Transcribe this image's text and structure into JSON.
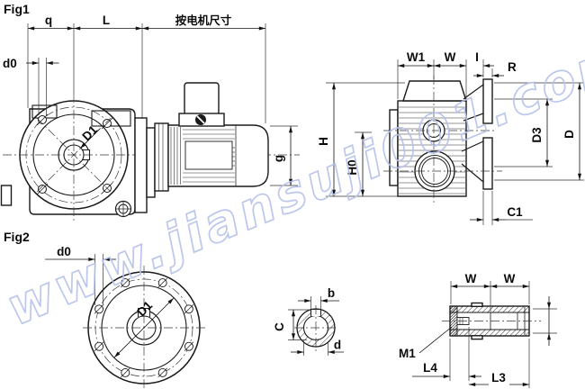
{
  "watermark": {
    "text": "www.jiansuji001.com",
    "color": "#b6c1ea"
  },
  "fig1": {
    "label": "Fig1",
    "dims": {
      "q": "q",
      "L": "L",
      "motor_note": "按电机尺寸",
      "d0": "d0",
      "D1": "D1",
      "g": "g",
      "W1": "W1",
      "W": "W",
      "I": "I",
      "R": "R",
      "H": "H",
      "H0": "H0",
      "D3": "D3",
      "D": "D",
      "C1": "C1"
    }
  },
  "fig2": {
    "label": "Fig2",
    "dims": {
      "d0": "d0",
      "D1": "D1",
      "b": "b",
      "C": "C",
      "d": "d",
      "W1": "W",
      "W2": "W",
      "M1": "M1",
      "L4": "L4",
      "L3": "L3"
    }
  }
}
